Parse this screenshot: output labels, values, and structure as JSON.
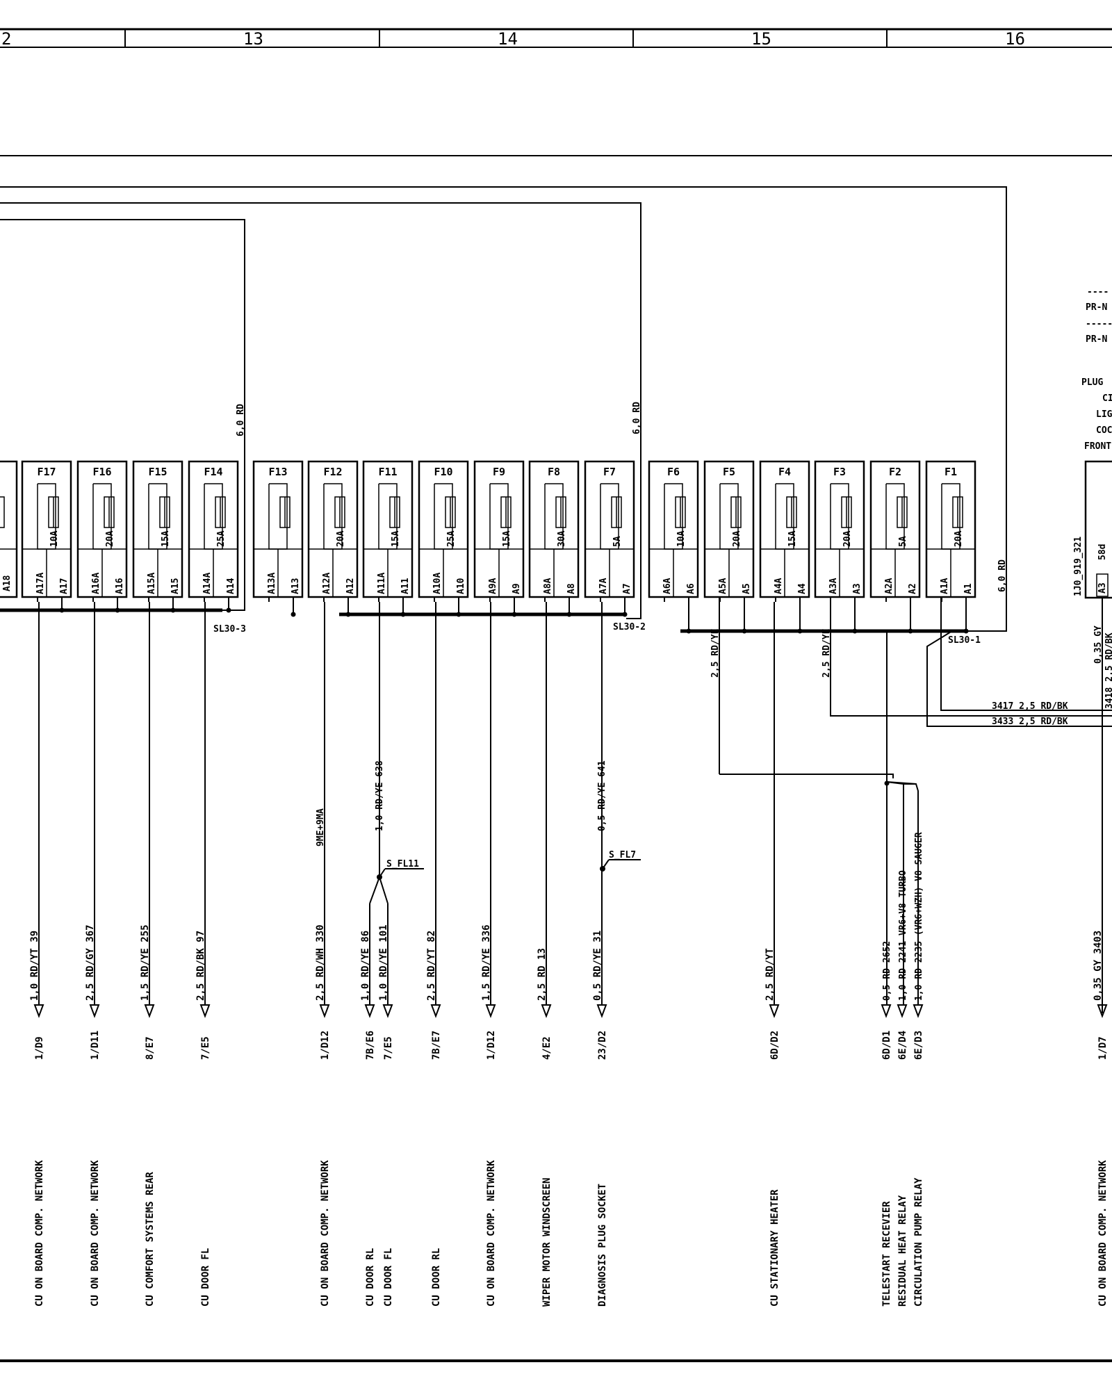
{
  "header": {
    "columns": [
      "2",
      "13",
      "14",
      "15",
      "16"
    ]
  },
  "fuses": [
    {
      "name": "F17",
      "rating": "10A",
      "pin_in": "A17A",
      "pin_out": "A17"
    },
    {
      "name": "F16",
      "rating": "20A",
      "pin_in": "A16A",
      "pin_out": "A16"
    },
    {
      "name": "F15",
      "rating": "15A",
      "pin_in": "A15A",
      "pin_out": "A15"
    },
    {
      "name": "F14",
      "rating": "25A",
      "pin_in": "A14A",
      "pin_out": "A14"
    },
    {
      "name": "F13",
      "rating": "",
      "pin_in": "A13A",
      "pin_out": "A13"
    },
    {
      "name": "F12",
      "rating": "20A",
      "pin_in": "A12A",
      "pin_out": "A12"
    },
    {
      "name": "F11",
      "rating": "15A",
      "pin_in": "A11A",
      "pin_out": "A11"
    },
    {
      "name": "F10",
      "rating": "25A",
      "pin_in": "A10A",
      "pin_out": "A10"
    },
    {
      "name": "F9",
      "rating": "15A",
      "pin_in": "A9A",
      "pin_out": "A9"
    },
    {
      "name": "F8",
      "rating": "30A",
      "pin_in": "A8A",
      "pin_out": "A8"
    },
    {
      "name": "F7",
      "rating": "5A",
      "pin_in": "A7A",
      "pin_out": "A7"
    },
    {
      "name": "F6",
      "rating": "10A",
      "pin_in": "A6A",
      "pin_out": "A6"
    },
    {
      "name": "F5",
      "rating": "20A",
      "pin_in": "A5A",
      "pin_out": "A5"
    },
    {
      "name": "F4",
      "rating": "15A",
      "pin_in": "A4A",
      "pin_out": "A4"
    },
    {
      "name": "F3",
      "rating": "20A",
      "pin_in": "A3A",
      "pin_out": "A3"
    },
    {
      "name": "F2",
      "rating": "5A",
      "pin_in": "A2A",
      "pin_out": "A2"
    },
    {
      "name": "F1",
      "rating": "20A",
      "pin_in": "A1A",
      "pin_out": "A1"
    }
  ],
  "partial_fuse": {
    "pin_out": "A18"
  },
  "busbars": {
    "sl30_3": "SL30-3",
    "sl30_2": "SL30-2",
    "sl30_1": "SL30-1"
  },
  "feed_wires": {
    "w1": "6,0 RD",
    "w2": "6,0 RD",
    "w3": "6,0 RD"
  },
  "bus_wires": {
    "f5": "2,5 RD/YE",
    "f3": "2,5 RD/YE"
  },
  "right_wires": {
    "a": "3417  2,5 RD/BK",
    "b": "3433  2,5 RD/BK"
  },
  "splices": {
    "s1": "S_FL11",
    "s2": "S_FL7"
  },
  "upper_labels": {
    "u1": "1,0 RD/YE  638",
    "u2": "0,5 RD/YE  641",
    "u3": "9ME+9MA"
  },
  "outputs": [
    {
      "wire": "1,0 RD/YT  39",
      "conn": "1/D9",
      "dest": "CU ON BOARD COMP. NETWORK"
    },
    {
      "wire": "2,5 RD/GY  367",
      "conn": "1/D11",
      "dest": "CU ON BOARD COMP. NETWORK"
    },
    {
      "wire": "1,5 RD/YE  255",
      "conn": "8/E7",
      "dest": "CU COMFORT SYSTEMS REAR"
    },
    {
      "wire": "2,5 RD/BK  97",
      "conn": "7/E5",
      "dest": "CU DOOR FL"
    },
    {
      "wire": "2,5 RD/WH  330",
      "conn": "1/D12",
      "dest": "CU ON BOARD COMP. NETWORK"
    },
    {
      "wire": "1,0 RD/YE  86",
      "conn": "7B/E6",
      "dest": "CU DOOR RL"
    },
    {
      "wire": "1,0 RD/YE  101",
      "conn": "7/E5",
      "dest": "CU DOOR FL"
    },
    {
      "wire": "2,5 RD/YT  82",
      "conn": "7B/E7",
      "dest": "CU DOOR RL"
    },
    {
      "wire": "1,5 RD/YE  336",
      "conn": "1/D12",
      "dest": "CU ON BOARD COMP. NETWORK"
    },
    {
      "wire": "2,5 RD  13",
      "conn": "4/E2",
      "dest": "WIPER MOTOR WINDSCREEN"
    },
    {
      "wire": "0,5 RD/YE  31",
      "conn": "23/D2",
      "dest": "DIAGNOSIS PLUG SOCKET"
    },
    {
      "wire": "2,5 RD/YT",
      "conn": "6D/D2",
      "dest": "CU STATIONARY HEATER"
    },
    {
      "wire": "0,5 RD  2652",
      "conn": "6D/D1",
      "dest": "TELESTART RECEVIER"
    },
    {
      "wire": "1,0 RD  2241 VR6+V8 TURBO",
      "conn": "6E/D4",
      "dest": "RESIDUAL HEAT RELAY"
    },
    {
      "wire": "1,0 RD  2235 (VR6+WZH) V8 SAUGER",
      "conn": "6E/D3",
      "dest": "CIRCULATION PUMP RELAY"
    },
    {
      "wire": "0,35 GY  3403",
      "conn": "1/D7",
      "dest": "CU ON BOARD COMP. NETWORK"
    }
  ],
  "right_panel": {
    "pr1": "PR-N",
    "pr2": "PR-N",
    "dash1": "----",
    "dash2": "-----",
    "plug": "PLUG",
    "l2": "CI",
    "l3": "LIG",
    "l4": "COC",
    "l5": "FRONT",
    "part_no": "1J0_919_321",
    "pin58": "58d",
    "pin": "A3",
    "w1": "0,35 GY",
    "w2": "3418 2,5 RD/BK"
  }
}
